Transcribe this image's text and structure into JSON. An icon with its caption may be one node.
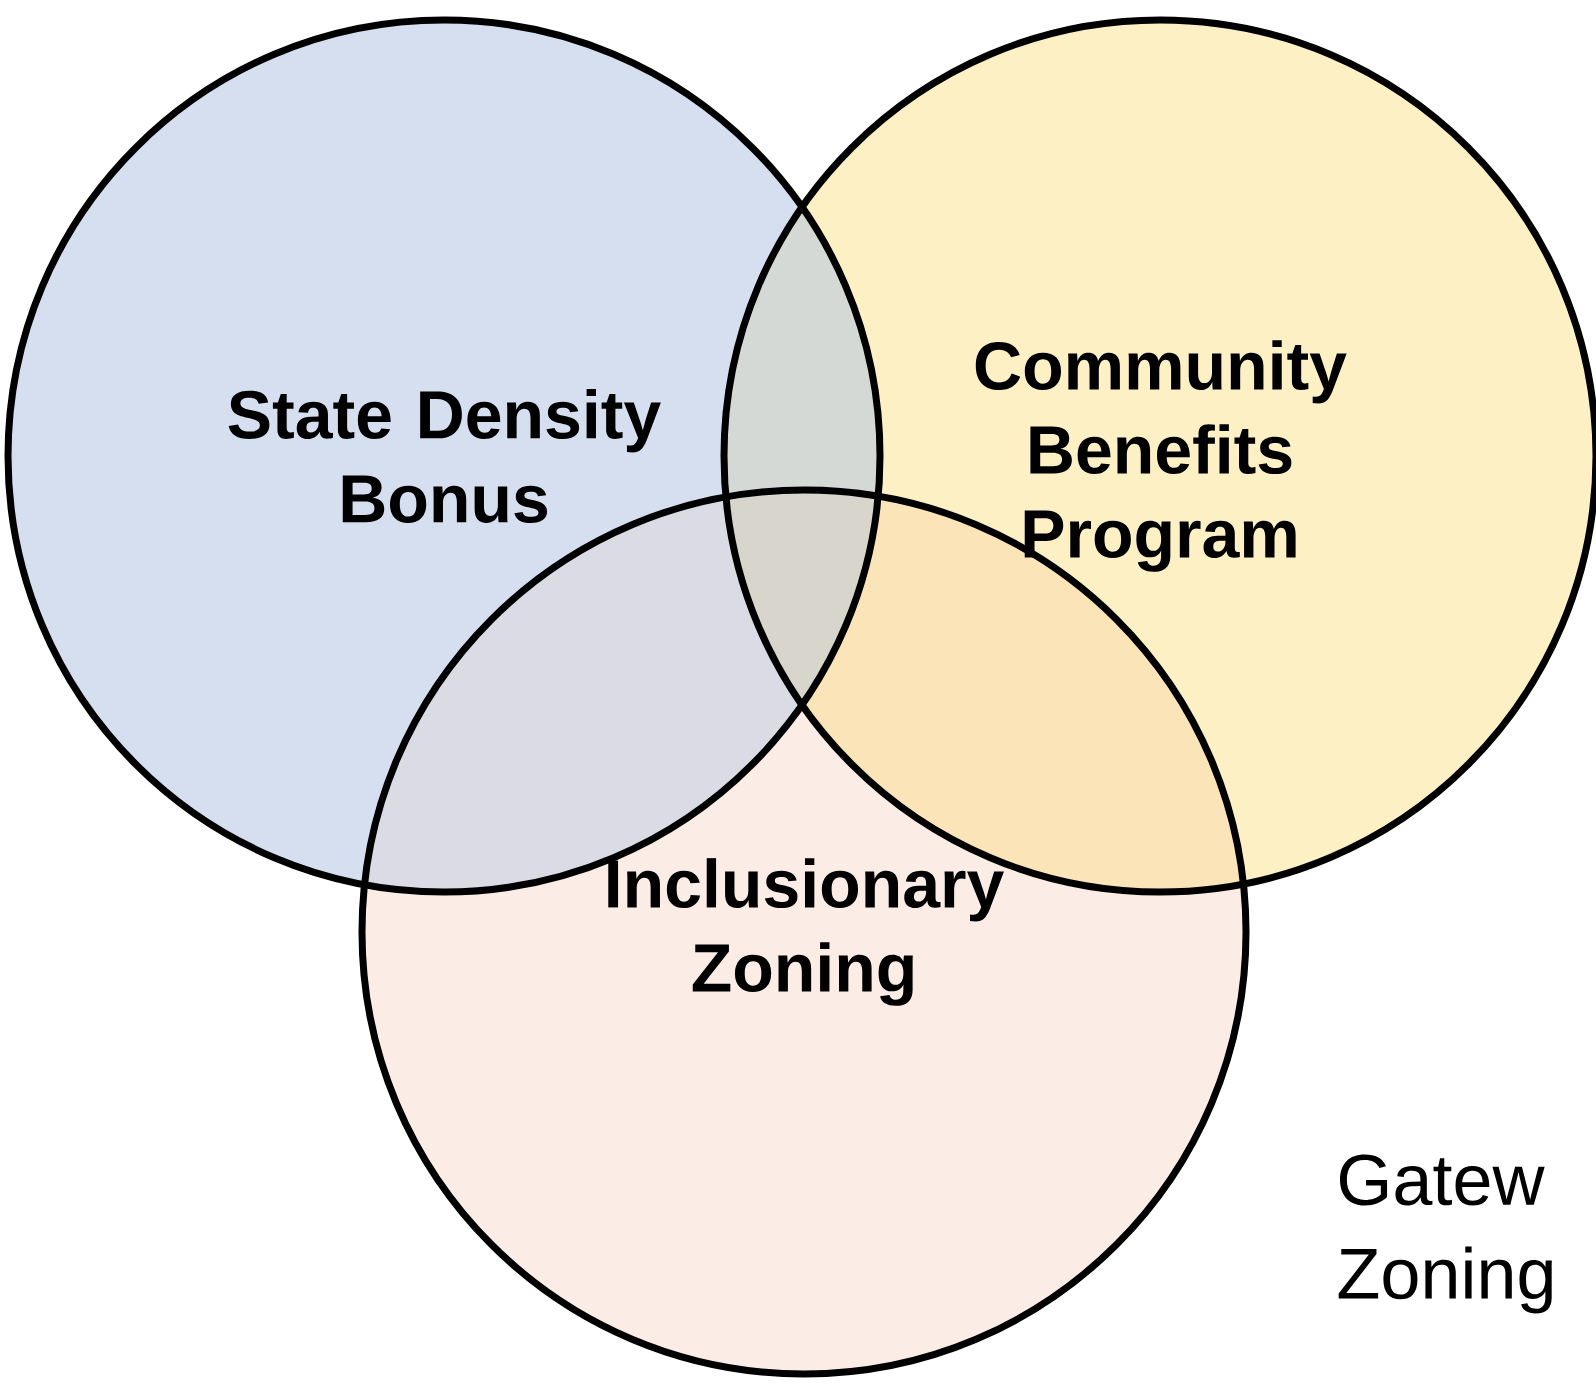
{
  "diagram": {
    "nodes": [
      {
        "text": [
          "State Density Bonus"
        ]
      },
      {
        "text": [
          "Community Benefits Program"
        ]
      },
      {
        "text": [
          "Inclusionary Zoning"
        ]
      }
    ],
    "labels": [
      "Gatew",
      "Zoning"
    ]
  }
}
